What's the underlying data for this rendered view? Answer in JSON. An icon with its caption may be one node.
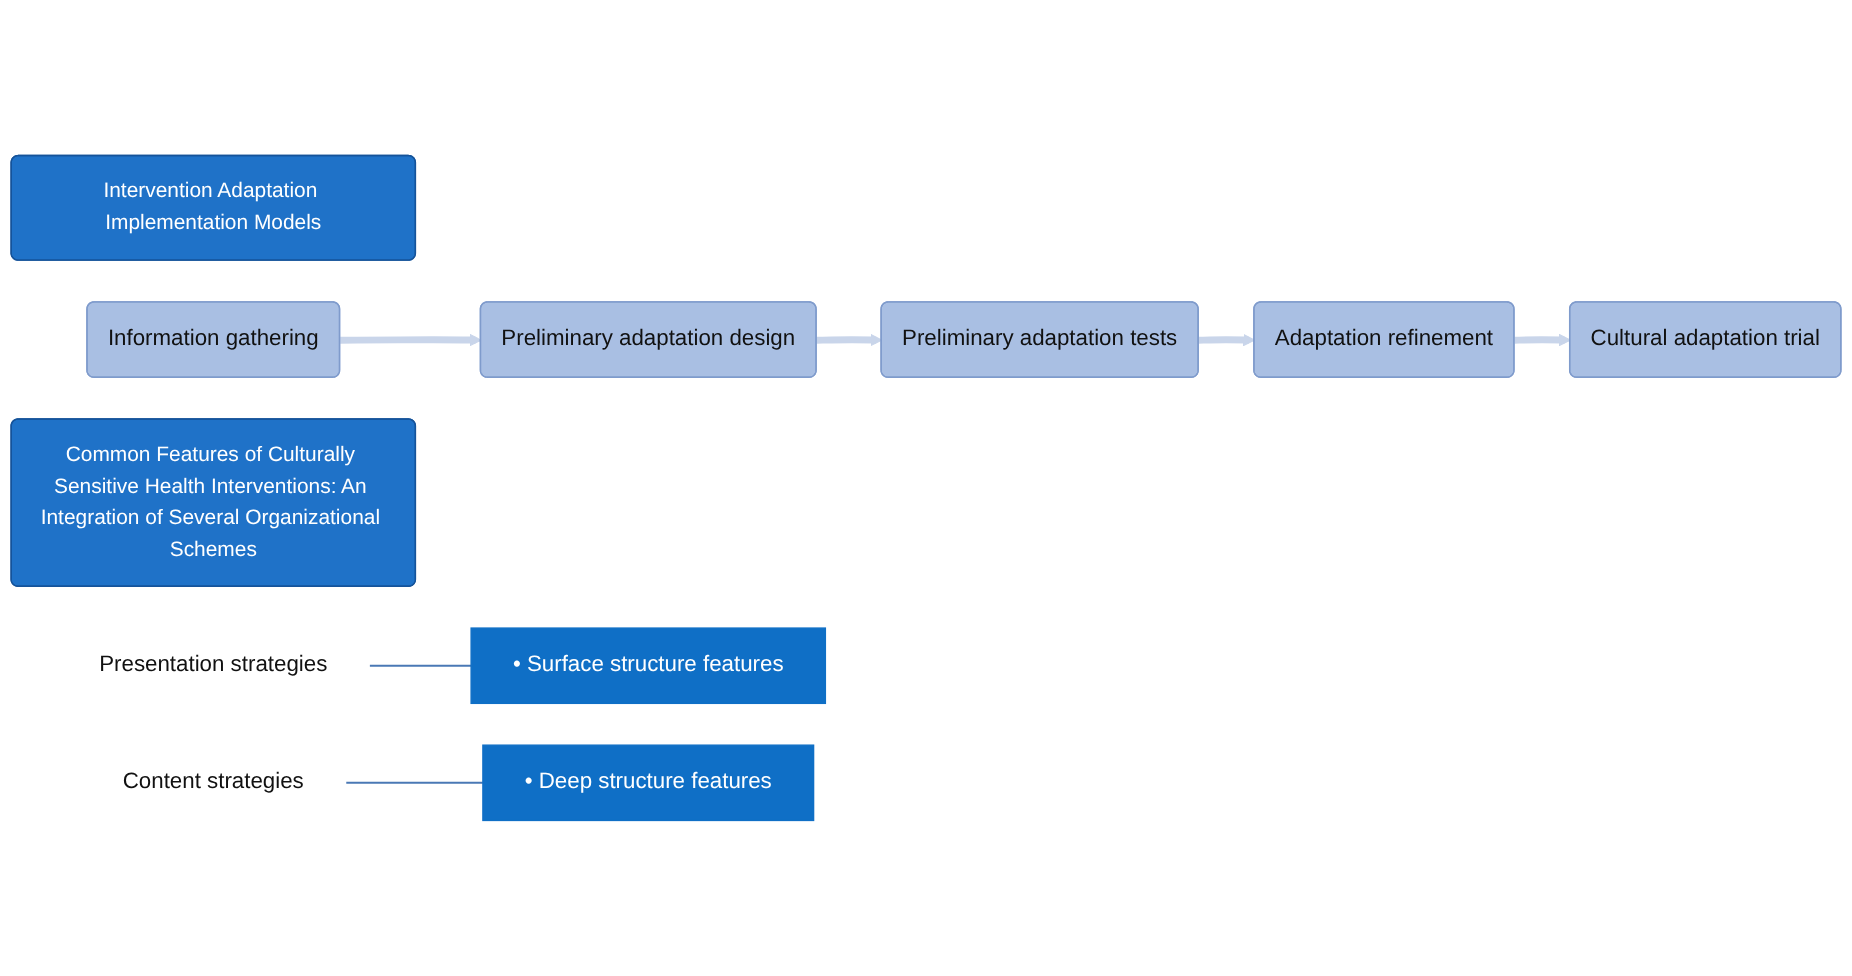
{
  "diagram": {
    "nodes": [
      {
        "text": [
          "Intervention Adaptation Implementation Models"
        ]
      },
      {
        "text": [
          "Information gathering"
        ]
      },
      {
        "text": [
          "Preliminary adaptation design"
        ]
      },
      {
        "text": [
          "Preliminary adaptation tests"
        ]
      },
      {
        "text": [
          "Adaptation refinement"
        ]
      },
      {
        "text": [
          "Cultural adaptation trial"
        ]
      },
      {
        "text": [
          "Common Features of Culturally Sensitive Health Interventions: An Integration of Several Organizational Schemes"
        ]
      },
      {
        "text": [
          "Presentation strategies"
        ]
      },
      {
        "text": [
          "• Surface structure features"
        ]
      },
      {
        "text": [
          "Content strategies"
        ]
      },
      {
        "text": [
          "• Deep structure features"
        ]
      }
    ],
    "edges": [
      {
        "from": 1,
        "to": 2,
        "arrow": "to"
      },
      {
        "from": 2,
        "to": 3,
        "arrow": "to"
      },
      {
        "from": 3,
        "to": 4,
        "arrow": "to"
      },
      {
        "from": 4,
        "to": 5,
        "arrow": "to"
      },
      {
        "from": 7,
        "to": 8,
        "arrow": "none",
        "color": "#4a78b5"
      },
      {
        "from": 9,
        "to": 10,
        "arrow": "none",
        "color": "#4a78b5"
      }
    ]
  }
}
